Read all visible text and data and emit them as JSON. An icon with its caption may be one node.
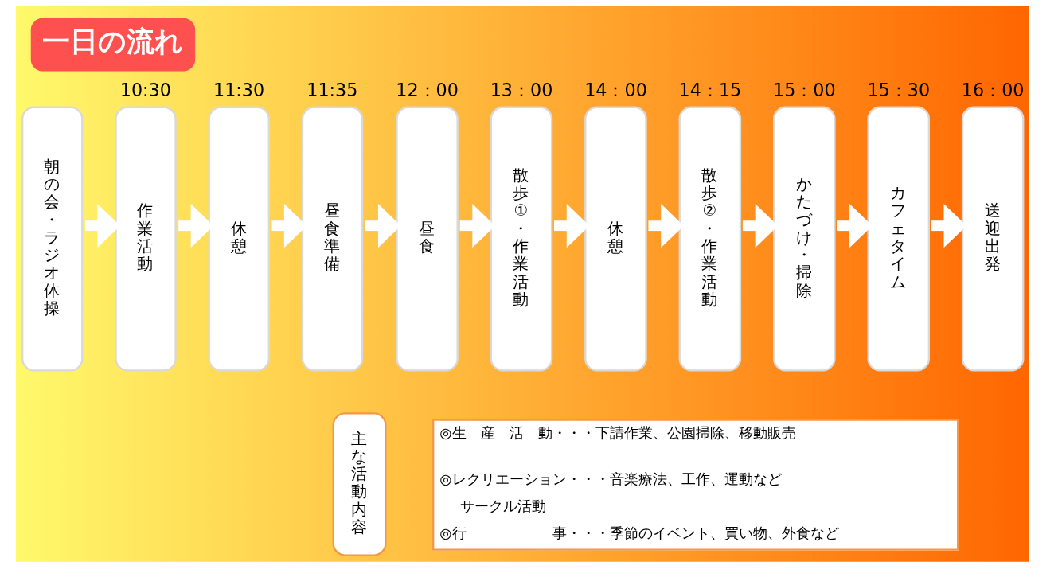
{
  "diagram": {
    "title": "一日の流れ",
    "nodes": [
      {
        "text": [
          "朝の会・ラジオ体操"
        ]
      },
      {
        "text": [
          "作業活動"
        ],
        "beside": [
          "10:30"
        ]
      },
      {
        "text": [
          "休憩"
        ],
        "beside": [
          "11:30"
        ]
      },
      {
        "text": [
          "昼食準備"
        ],
        "beside": [
          "11:35"
        ]
      },
      {
        "text": [
          "昼食"
        ],
        "beside": [
          "12：00"
        ]
      },
      {
        "text": [
          "散歩①・作業活動"
        ],
        "beside": [
          "13：00"
        ]
      },
      {
        "text": [
          "休憩"
        ],
        "beside": [
          "14：00"
        ]
      },
      {
        "text": [
          "散歩②・作業活動"
        ],
        "beside": [
          "14：15"
        ]
      },
      {
        "text": [
          "かたづけ・掃除"
        ],
        "beside": [
          "15：00"
        ]
      },
      {
        "text": [
          "カフェタイム"
        ],
        "beside": [
          "15：30"
        ]
      },
      {
        "text": [
          "送迎出発"
        ],
        "beside": [
          "16：00"
        ]
      },
      {
        "text": [
          "主な活動内容"
        ]
      },
      {
        "text": [
          "◎生　産　活　動・・・下請作業、公園掃除、移動販売",
          "◎レクリエーション・・・音楽療法、工作、運動など",
          "サークル活動",
          "◎行　　　　　　事・・・季節のイベント、買い物、外食など"
        ]
      }
    ],
    "edges": [
      {
        "from": 0,
        "to": 1,
        "arrow": "to"
      },
      {
        "from": 1,
        "to": 2,
        "arrow": "to"
      },
      {
        "from": 2,
        "to": 3,
        "arrow": "to"
      },
      {
        "from": 3,
        "to": 4,
        "arrow": "to"
      },
      {
        "from": 4,
        "to": 5,
        "arrow": "to"
      },
      {
        "from": 5,
        "to": 6,
        "arrow": "to"
      },
      {
        "from": 6,
        "to": 7,
        "arrow": "to"
      },
      {
        "from": 7,
        "to": 8,
        "arrow": "to"
      },
      {
        "from": 8,
        "to": 9,
        "arrow": "to"
      },
      {
        "from": 9,
        "to": 10,
        "arrow": "to"
      }
    ]
  }
}
